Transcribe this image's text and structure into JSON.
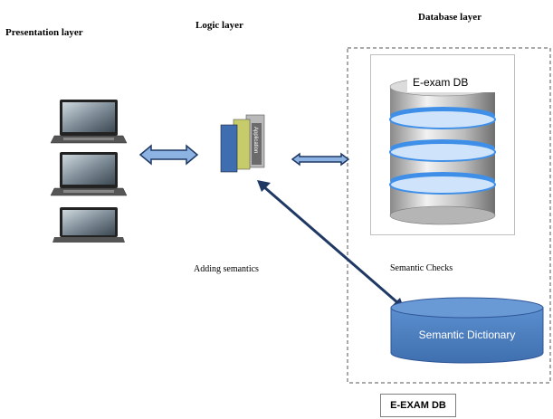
{
  "layers": {
    "presentation": "Presentation layer",
    "logic": "Logic layer",
    "database": "Database layer"
  },
  "labels": {
    "adding_semantics": "Adding semantics",
    "semantic_checks": "Semantic Checks"
  },
  "database": {
    "name": "E-exam DB",
    "dictionary": "Semantic Dictionary",
    "footer": "E-EXAM DB"
  },
  "application_book_text": "Application",
  "colors": {
    "arrow_fill": "#8db3e2",
    "arrow_stroke": "#1f3864",
    "disk_glow": "#3f8fe8",
    "dictionary_fill": "#4f81bd"
  }
}
